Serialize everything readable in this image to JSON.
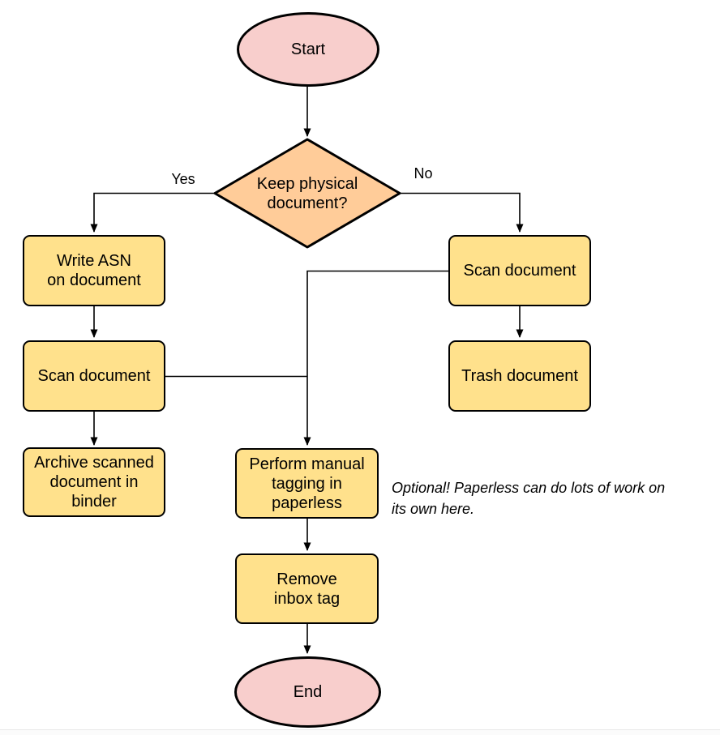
{
  "colors": {
    "terminal_fill": "#F8CECC",
    "decision_fill": "#FFCC99",
    "process_fill": "#FFE18C",
    "stroke": "#000000"
  },
  "nodes": {
    "start": {
      "type": "terminal",
      "label": "Start"
    },
    "decision": {
      "type": "decision",
      "label": "Keep physical\ndocument?"
    },
    "write_asn": {
      "type": "process",
      "label": "Write ASN\non document"
    },
    "scan_left": {
      "type": "process",
      "label": "Scan document"
    },
    "archive": {
      "type": "process",
      "label": "Archive scanned\ndocument in\nbinder"
    },
    "scan_right": {
      "type": "process",
      "label": "Scan document"
    },
    "trash": {
      "type": "process",
      "label": "Trash document"
    },
    "tagging": {
      "type": "process",
      "label": "Perform manual\ntagging in\npaperless"
    },
    "remove_inbox": {
      "type": "process",
      "label": "Remove\ninbox tag"
    },
    "end": {
      "type": "terminal",
      "label": "End"
    }
  },
  "edges": [
    {
      "from": "start",
      "to": "decision",
      "label": ""
    },
    {
      "from": "decision",
      "to": "write_asn",
      "label": "Yes"
    },
    {
      "from": "decision",
      "to": "scan_right",
      "label": "No"
    },
    {
      "from": "write_asn",
      "to": "scan_left",
      "label": ""
    },
    {
      "from": "scan_left",
      "to": "tagging",
      "label": ""
    },
    {
      "from": "scan_right",
      "to": "tagging",
      "label": ""
    },
    {
      "from": "scan_right",
      "to": "trash",
      "label": ""
    },
    {
      "from": "tagging",
      "to": "remove_inbox",
      "label": ""
    },
    {
      "from": "remove_inbox",
      "to": "end",
      "label": ""
    }
  ],
  "annotation": "Optional! Paperless can do lots of work on\nits own here."
}
